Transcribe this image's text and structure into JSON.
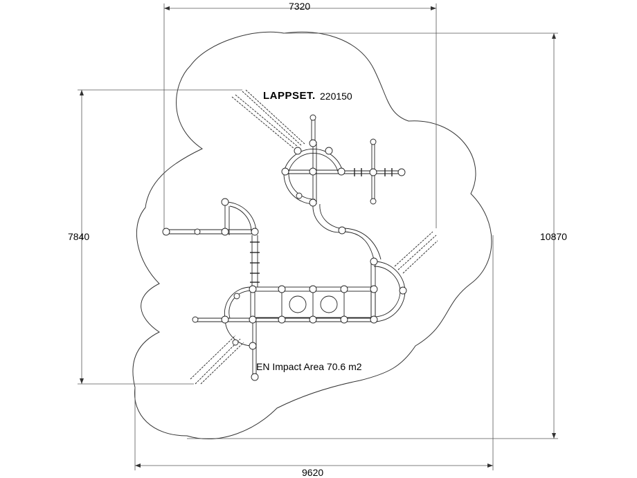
{
  "drawing": {
    "brand": "LAPPSET.",
    "product_code": "220150",
    "impact_area_label": "EN Impact Area 70.6 m2"
  },
  "dimensions": {
    "top_width": "7320",
    "bottom_width": "9620",
    "left_height": "7840",
    "right_height": "10870"
  }
}
